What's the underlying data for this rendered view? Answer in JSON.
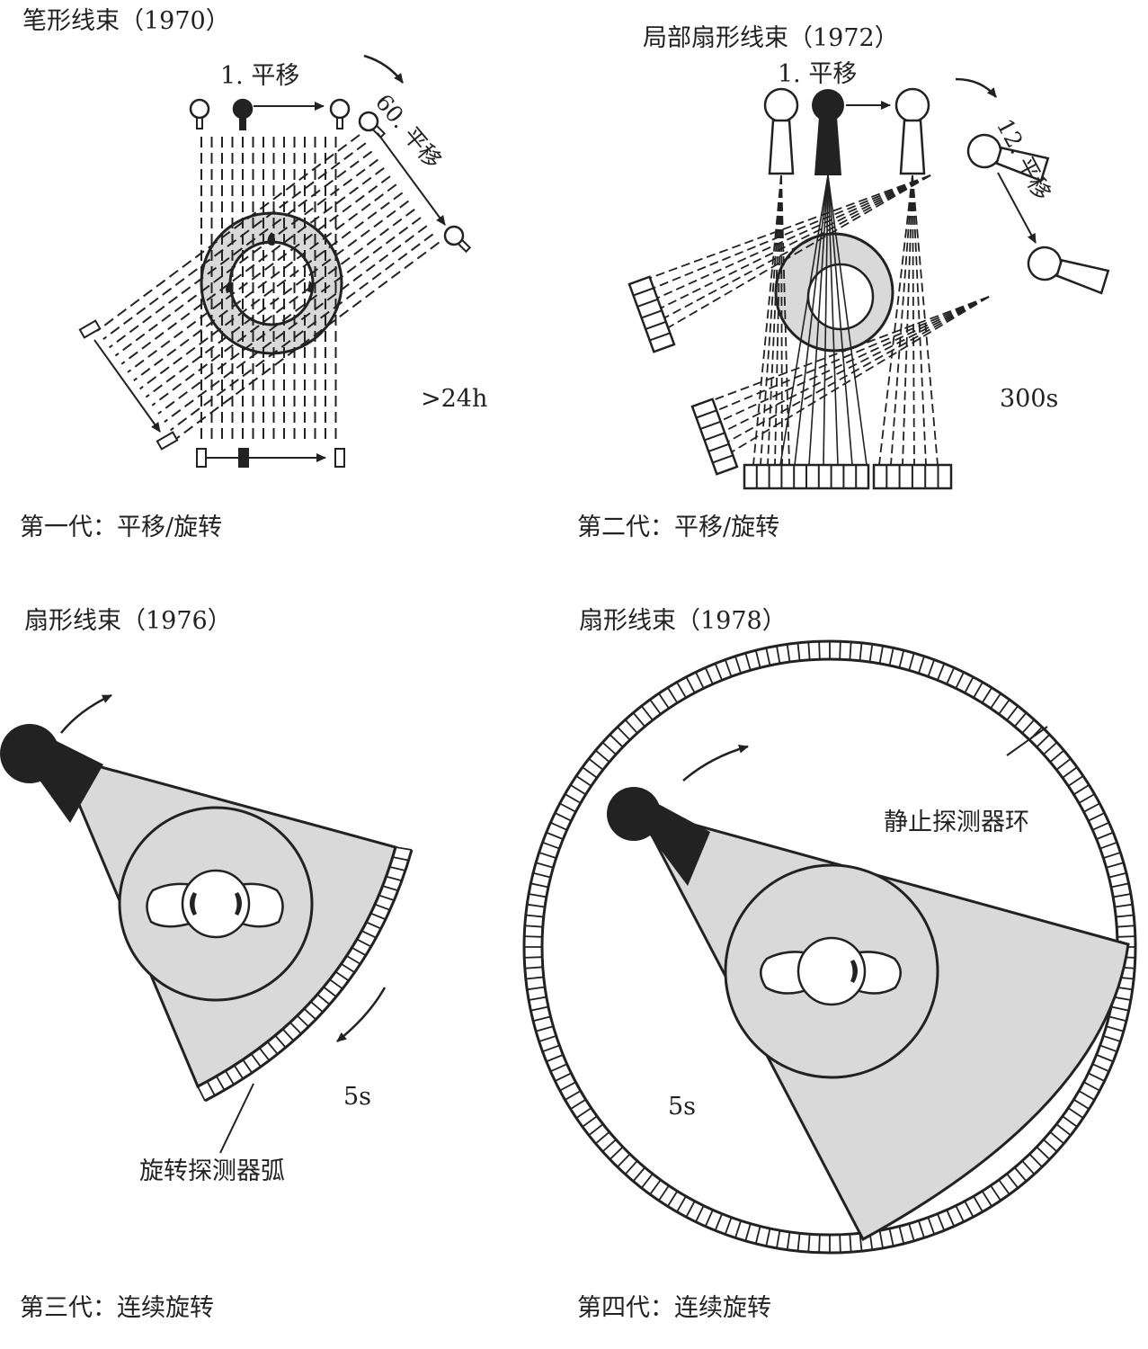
{
  "panels": [
    {
      "title": "笔形线束（1970）",
      "step_first": "1. 平移",
      "step_last": "60. 平移",
      "time": ">24h",
      "caption": "第一代：平移/旋转"
    },
    {
      "title": "局部扇形线束（1972）",
      "step_first": "1. 平移",
      "step_last": "12. 平移",
      "time": "300s",
      "caption": "第二代：平移/旋转"
    },
    {
      "title": "扇形线束（1976）",
      "detector_label": "旋转探测器弧",
      "time": "5s",
      "caption": "第三代：连续旋转"
    },
    {
      "title": "扇形线束（1978）",
      "detector_label": "静止探测器环",
      "time": "5s",
      "caption": "第四代：连续旋转"
    }
  ]
}
